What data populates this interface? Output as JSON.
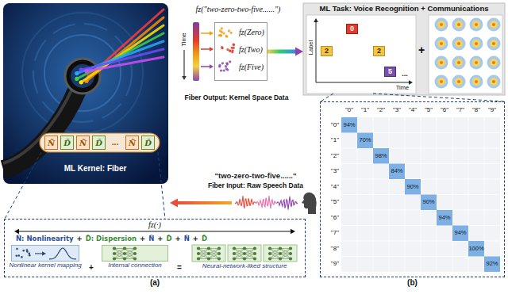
{
  "diagram": {
    "nodes": [
      {
        "text": [
          "ML Task: Voice Recognition + Communications"
        ]
      },
      {
        "text": [
          "2"
        ],
        "in": 0
      },
      {
        "text": [
          "0"
        ],
        "in": 0
      },
      {
        "text": [
          "2"
        ],
        "in": 0
      },
      {
        "text": [
          "5"
        ],
        "in": 0
      },
      {
        "text": [
          "Ñ"
        ]
      },
      {
        "text": [
          "D̃"
        ]
      },
      {
        "text": [
          "Ñ"
        ]
      },
      {
        "text": [
          "D̃"
        ]
      },
      {
        "text": [
          "Ñ"
        ]
      },
      {
        "text": [
          "D̃"
        ]
      },
      {
        "text": [
          "fz(Zero)",
          "fz(Two)",
          "fz(Five)"
        ]
      },
      {
        "text": [
          "fz(·)",
          "(a)"
        ]
      },
      {
        "text": [
          "Nonlinear kernel mapping"
        ],
        "in": 12
      },
      {
        "text": [
          "Internal connection"
        ],
        "in": 12
      },
      {
        "text": [
          "Neural-network-liked structure"
        ],
        "in": 12
      },
      {
        "text": [
          "(b)"
        ]
      }
    ],
    "edges": [
      {
        "from": 11,
        "to": 0,
        "arrow": "to"
      }
    ],
    "labels": [
      "fz(\"two-zero-two-five......\")",
      "Time",
      "Fiber Output: Kernel Space Data",
      "ML Kernel: Fiber",
      "...",
      "\"two-zero-two-five......\"",
      "Fiber Input: Raw Speech Data",
      "Label",
      "Time",
      "...",
      "+",
      "Ñ: Nonlinearity",
      "+",
      "D̃: Dispersion",
      "+",
      "Ñ",
      "+",
      "D̃",
      "+",
      "Ñ",
      "+",
      "D̃",
      "+",
      "=",
      "\"0\"",
      "\"1\"",
      "\"2\"",
      "\"3\"",
      "\"4\"",
      "\"5\"",
      "\"6\"",
      "\"7\"",
      "\"8\"",
      "\"9\"",
      "\"0\"",
      "\"1\"",
      "\"2\"",
      "\"3\"",
      "\"4\"",
      "\"5\"",
      "\"6\"",
      "\"7\"",
      "\"8\"",
      "\"9\"",
      "94%",
      "70%",
      "98%",
      "84%",
      "90%",
      "90%",
      "94%",
      "94%",
      "100%",
      "92%"
    ]
  }
}
